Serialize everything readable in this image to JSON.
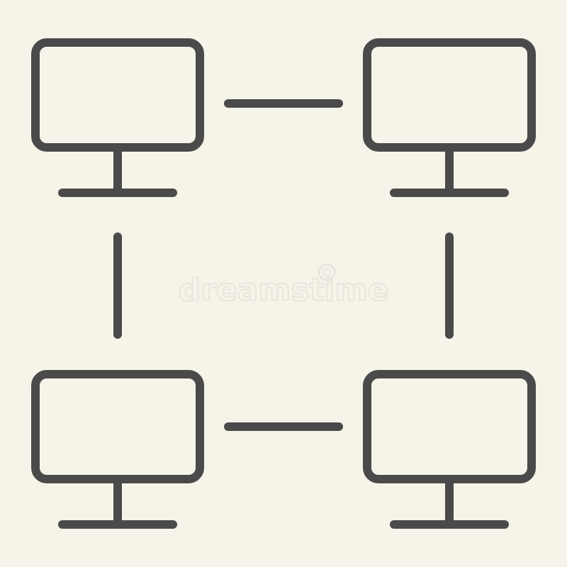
{
  "colors": {
    "background": "#f6f3e9",
    "stroke": "#4a4a4a",
    "watermark": "#dedbd2"
  },
  "icon": {
    "name": "computer-network-icon",
    "nodes": [
      {
        "name": "monitor-top-left-icon"
      },
      {
        "name": "monitor-top-right-icon"
      },
      {
        "name": "monitor-bottom-left-icon"
      },
      {
        "name": "monitor-bottom-right-icon"
      }
    ],
    "links": [
      {
        "name": "link-top"
      },
      {
        "name": "link-bottom"
      },
      {
        "name": "link-left"
      },
      {
        "name": "link-right"
      }
    ]
  },
  "watermark": {
    "text": "dreamstime"
  }
}
